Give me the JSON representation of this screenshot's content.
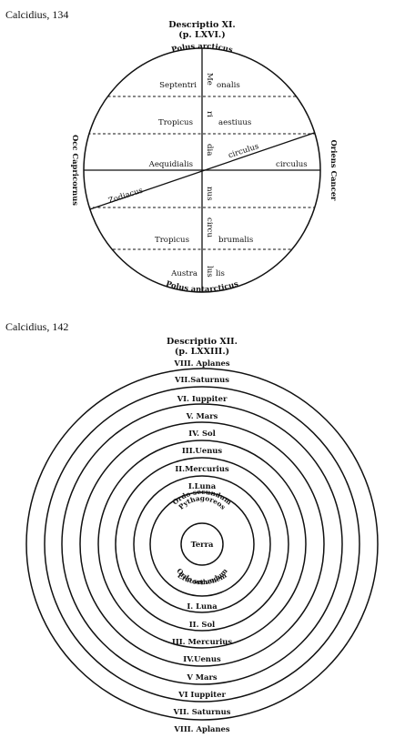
{
  "figure1": {
    "caption": "Calcidius, 134",
    "title": "Descriptio XI.",
    "subtitle": "(p. LXVI.)",
    "top_label": "Polus arcticus",
    "bottom_label": "Polus antarcticus",
    "left_label": "Occ Capricornus",
    "right_label": "Oriens Cancer",
    "zones": {
      "septentrionalis_left": "Septentri",
      "septentrionalis_right": "onalis",
      "tropicus_aestivus_left": "Tropicus",
      "tropicus_aestivus_right": "aestiuus",
      "aequidialis": "Aequidialis",
      "circulus_upper": "circulus",
      "circulus_right": "circulus",
      "zodiacus": "Zodiacus",
      "tropicus_brumalis_left": "Tropicus",
      "tropicus_brumalis_right": "brumalis",
      "australis_left": "Austra",
      "australis_right": "lis"
    },
    "vertical_text": {
      "me": "Me",
      "ri": "ri",
      "dia": "dia",
      "nus": "nus",
      "circu": "circu",
      "lus": "lus"
    }
  },
  "figure2": {
    "caption": "Calcidius, 142",
    "title": "Descriptio XII.",
    "subtitle": "(p. LXXIII.)",
    "top_label": "VIII. Aplanes",
    "upper_rings": [
      "VII.Saturnus",
      "VI. Iuppiter",
      "V. Mars",
      "IV. Sol",
      "III.Uenus",
      "II.Mercurius",
      "I.Luna"
    ],
    "inner_upper": [
      "Ordo secundum",
      "Pythagoreos"
    ],
    "center": "Terra",
    "inner_lower": [
      "Ordo secundum",
      "Eratosthenem"
    ],
    "lower_rings": [
      "I. Luna",
      "II. Sol",
      "III. Mercurius",
      "IV.Uenus",
      "V Mars",
      "VI Iuppiter",
      "VII. Saturnus",
      "VIII. Aplanes"
    ]
  }
}
